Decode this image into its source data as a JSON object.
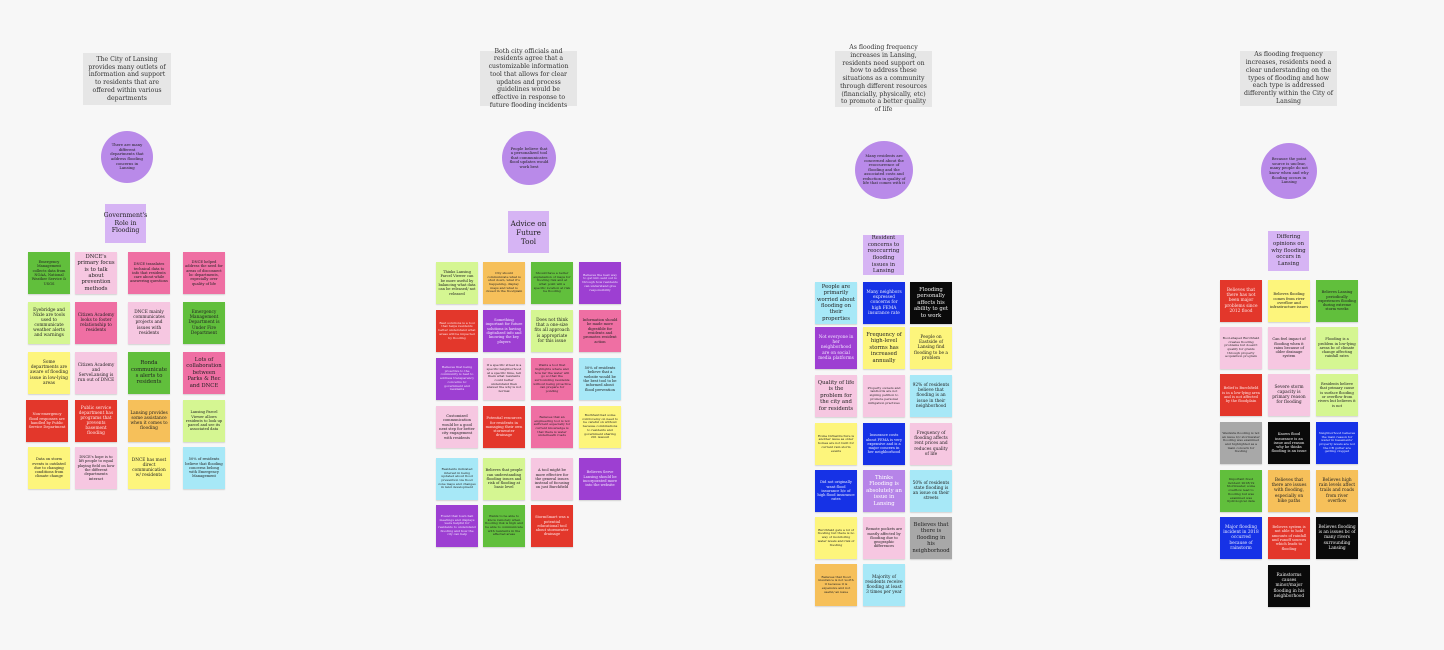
{
  "clusters": [
    {
      "header": "The City of Lansing provides many outlets of information and support to residents that are offered within various departments",
      "circle": "There are many different departments that address flooding concerns in Lansing",
      "topic": "Government's Role in Flooding",
      "notes": [
        "Emergency Management collects data from NOAA, National Weather Service & USGS",
        "DNCE's primary focus is to talk about prevention methods",
        "DNCE translates technical data to info that residents care about while answering questions",
        "DNCE helped address the need for areas of disconnect bc departments, especially over quality of life",
        "Eyebridge and Nixle are tools used to communicate weather alerts and warnings",
        "Citizen Academy looks to foster relationship to residents",
        "DNCE mainly communicates projects and issues with residents",
        "Emergency Management Department is Under Fire Department",
        "Some departments are aware of flooding issue in low-lying areas",
        "Citizen Academy and ServeLansing is run out of DNCE",
        "Ronda communicates alerts to residents",
        "Lots of collaboration between Parks & Rec and DNCE",
        "Non-emergency flood responses are handled by Public Service Department",
        "Public service department has programs that prevents basement flooding",
        "Lansing provides some assistance when it comes to flooding",
        "Lansing Parcel Viewer allows residents to look up parcel and see its associated data",
        "Data on storm events is outdated due to changing conditions from climate change",
        "DNCE's hope is to lift people to equal playing field on how the different departments interact",
        "DNCE has most direct communication w/ residents",
        "50% of residents believe that flooding concerns belong with Emergency Management"
      ]
    },
    {
      "header": "Both city officials and residents agree that a customizable information tool that allows for clear updates and process guidelines would be effective in response to future flooding incidents",
      "circle": "People believe that a personalized tool that communicates flood updates would work best",
      "topic": "Advice on Future Tool",
      "notes": [
        "Thinks Lansing Parcel Viewer can be more useful by balancing what data can be released/ not released",
        "City should communicate what is shut down, what it's happening, display maps and what is closed in the floodplain",
        "Should have a better explanation of maps for flooding risk and at what point will a specific location at risk be flooding",
        "Believes the best way to get info sent out is through how residents can understand give responsibility",
        "Best solutions is a tool that helps residents better understand what areas will be impacted by flooding",
        "Something important for future solutions is having digitalized info and knowing the key players",
        "Does not think that a one-size fits all approach is appropriate for this issue",
        "Information should be made more digestible for residents and promotes resident action",
        "Believes that being proactive to the community is best to address transparency concerns bc government and residents",
        "If a specific street is a specific neighborhood at a specific time, tell them what residents could better understand then answer the why is not normal",
        "Wants a tool that highlights where and how far the water will go so that the surrounding residents without being proactive can prepare for ponding",
        "50% of residents believe that a website would be the best tool to be informed about flood prevention",
        "Customized communication would be a good next step for better city engagement with residents",
        "Potential resources for residents in managing their own stormwater drainage",
        "Believes that an engineering tool is not sufficient especially for current knowledge is that there is water underneath roads",
        "Buchfield had some controversy on need to be careful on without because combinations to residents and government sharing 201 lawsuit",
        "Residents indicated interest in being updated about flood prevention via flood zone maps and changes in land development",
        "Believes that people can understanding flooding issues and risk of flooding at basic level",
        "A tool might be more effective for the general issues instead of focusing on just Burchfield",
        "Believes Serve Lansing should be incorporated more into the website",
        "Found that town hall meetings and displays were helpful for residents to understand flooding and how the city can help",
        "Wants to be able to know remotely when flooding risk is high and be able to communicate with residents in the affected areas",
        "StormSmart was a potential educational tool about stormwater drainage"
      ]
    },
    {
      "header": "As flooding frequency increases in Lansing, residents need support on how to address these situations as a community through different resources (financially, physically, etc) to promote a better quality of life",
      "circle": "Many residents are concerned about the reoccurrence of flooding and the associated costs and reduction in quality of life that comes with it",
      "topic": "Resident concerns to reoccurring flooding issues in Lansing",
      "notes": [
        "People are primarily worried about flooding on their properties",
        "Many neighbors expressed concerns for high FEMA insurance rate",
        "Flooding personally affects his ability to get to work",
        "Not everyone in her neighborhood are on social media platforms",
        "Frequency of high-level storms has increased annually",
        "People on Eastside of Lansing find flooding to be a problem",
        "Quality of life is the problem for the city and for residents",
        "Property owners and landlords are not signing petition to promote personal mitigation practices",
        "92% of residents believe that flooding is an issue in their neighborhood",
        "Home Infrastructure is another issue as older homes are not built for current rain storm events",
        "Insurance costs about FEMA is very expensive and is a major concern in her neighborhood",
        "Frequency of flooding affects rent prices and reduces quality of life",
        "Did not originally want flood insurance b/c of high flood insurance rates",
        "Thinks Flooding is absolutely an issue in Lansing",
        "50% of residents state flooding is an issue on their streets",
        "Burchfield gets a lot of flooding but there is no way of monitoring water levels and risk of flooding",
        "Remote pockets are mostly affected by flooding due to geographic differences",
        "Believes that there is flooding in his neighborhood",
        "Believes that flood insurance is not worth it because it is expensive and not useful/ an issue",
        "Majority of residents receive flooding at least 3 times per year"
      ]
    },
    {
      "header": "As flooding frequency increases, residents need a clear understanding on the types of flooding and how each type is addressed differently within the City of Lansing",
      "circle": "Because the point source is unclear, many people do not know when and why flooding occurs in Lansing",
      "topic": "Differing opinions on why flooding occurs in Lansing",
      "notes": [
        "Believes that there has not been major problems since 2012 flood",
        "Believes flooding comes from river overflow and infrastructure issues",
        "Believes Lansing periodically experiences flooding during extreme storm weeks",
        "Boot-shaped Burchfield creates flooding problems but doesn't qualify for grants through property acquisition program",
        "Can feel impact of flooding when it rains because of older drainage system",
        "Flooding is a problem in low-lying areas bc of climate change affecting rainfall rates",
        "Belief is Burchfield is in a low-lying area and is not affected by the floodplain",
        "Severe storm capacity is primary reason for flooding",
        "Residents believe that primary cause is surface flooding or overflow from rivers but believes it is not",
        "Westside flooding is not an issue b/c stormwater flooding was examined and highlighted as a main concern for flooding",
        "Knows flood insurance is an issue and reason why he thinks flooding is an issue",
        "Neighborhood believes the main reason for water in basements' property levels are not the CB gutter are getting clogged",
        "Important flood incident 2018/19 Stormwater, some overflow lead to flooding but was examined was hydrological data",
        "Believes that there are issues with flooding, especially on bike paths",
        "Believes high rain levels affect trails and roads from river overflow",
        "Major flooding incident in 2018 occurred because of rainstorm",
        "Believes system is not able to hold amounts of rainfall and runoff sources which leads to flooding",
        "Believes flooding is an issues bc of many rivers surrounding Lansing",
        "Rainstorms causes minor/major flooding in his neighborhood"
      ]
    }
  ]
}
